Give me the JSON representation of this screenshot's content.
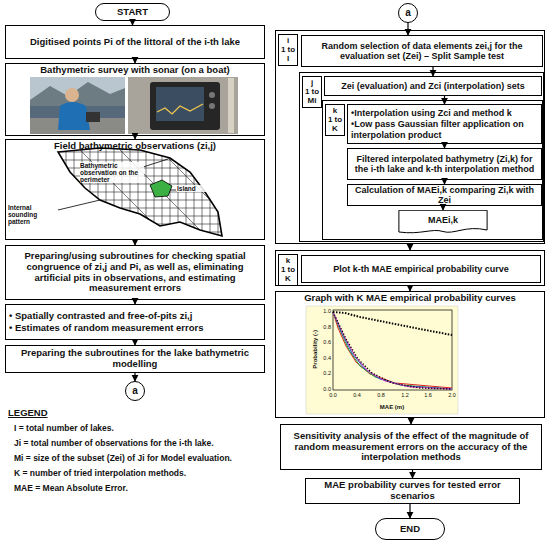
{
  "diagram": {
    "nodes": [
      {
        "text": [
          "START"
        ]
      },
      {
        "text": [
          "Digitised points Pi of the littoral of the i-th lake"
        ]
      },
      {
        "text": [
          "Bathymetric survey with sonar (on a boat)"
        ]
      },
      {
        "text": [
          "Field bathymetric observations (zi,j)"
        ]
      },
      {
        "text": [
          "Preparing/using subroutines for checking spatial congruence of zi,j and Pi, as well as, eliminating artificial pits in observations, and estimating measurement errors"
        ]
      },
      {
        "text": [
          "• Spatially contrasted and free-of-pits zi,j",
          "• Estimates of random measurement errors"
        ]
      },
      {
        "text": [
          "Preparing the subroutines for the lake bathymetric modelling"
        ]
      },
      {
        "text": [
          "a"
        ]
      },
      {
        "text": [
          "a"
        ]
      },
      {
        "text": [
          "i",
          "1 to I"
        ]
      },
      {
        "text": [
          "Random selection of data elements zei,j for the evaluation set (Zei) – Split Sample test"
        ],
        "in": 9
      },
      {
        "text": [
          "j",
          "1 to Mi"
        ],
        "in": 9
      },
      {
        "text": [
          "Zei (evaluation) and Zci (interpolation) sets"
        ],
        "in": 11
      },
      {
        "text": [
          "k",
          "1 to K"
        ],
        "in": 11
      },
      {
        "text": [
          "•Interpolation using Zci and method k",
          "•Low pass Gaussian filter application on interpolation product"
        ],
        "in": 13
      },
      {
        "text": [
          "Filtered interpolated bathymetry (Zi,k) for the i-th lake and k-th interpolation method"
        ],
        "in": 13
      },
      {
        "text": [
          "Calculation of MAEi,k comparing Zi,k with Zei"
        ],
        "in": 13
      },
      {
        "text": [
          "MAEi,k"
        ],
        "in": 13
      },
      {
        "text": [
          "k",
          "1 to K"
        ]
      },
      {
        "text": [
          "Plot k-th MAE empirical probability curve"
        ],
        "in": 18
      },
      {
        "text": [
          "Graph with K MAE empirical probability curves"
        ]
      },
      {
        "text": [
          "Sensitivity analysis of the effect of the magnitude of random measurement errors on the accuracy of the interpolation methods"
        ]
      },
      {
        "text": [
          "MAE probability curves for tested error scenarios"
        ]
      },
      {
        "text": [
          "END"
        ]
      }
    ],
    "edges": [
      {
        "from": 0,
        "to": 1,
        "arrow": "to"
      },
      {
        "from": 1,
        "to": 2,
        "arrow": "to"
      },
      {
        "from": 2,
        "to": 3,
        "arrow": "to"
      },
      {
        "from": 3,
        "to": 4,
        "arrow": "to"
      },
      {
        "from": 4,
        "to": 5,
        "arrow": "to"
      },
      {
        "from": 5,
        "to": 6,
        "arrow": "to"
      },
      {
        "from": 6,
        "to": 7,
        "arrow": "to"
      },
      {
        "from": 8,
        "to": 10,
        "arrow": "to"
      },
      {
        "from": 10,
        "to": 12,
        "arrow": "to"
      },
      {
        "from": 12,
        "to": 14,
        "arrow": "to"
      },
      {
        "from": 14,
        "to": 15,
        "arrow": "to"
      },
      {
        "from": 15,
        "to": 16,
        "arrow": "to"
      },
      {
        "from": 16,
        "to": 17,
        "arrow": "to"
      },
      {
        "from": 9,
        "to": 18,
        "arrow": "to"
      },
      {
        "from": 18,
        "to": 20,
        "arrow": "to"
      },
      {
        "from": 20,
        "to": 21,
        "arrow": "to"
      },
      {
        "from": 21,
        "to": 22,
        "arrow": "to"
      },
      {
        "from": 22,
        "to": 23,
        "arrow": "to"
      }
    ],
    "labels": [
      "Bathymetric observation on the perimeter",
      "Island",
      "Internal sounding pattern",
      "Probability (-)",
      "MAE (m)",
      "0.0",
      "0.2",
      "0.4",
      "0.6",
      "0.8",
      "1.0",
      "0.0",
      "0.4",
      "0.8",
      "1.2",
      "1.6",
      "2.0",
      "LEGEND"
    ],
    "legend": [
      {
        "text": "I = total number of lakes."
      },
      {
        "text": "Ji = total number of observations for the i-th lake."
      },
      {
        "text": "Mi = size of the subset (Zei) of Ji for Model evaluation."
      },
      {
        "text": "K = number of tried interpolation methods."
      },
      {
        "text": "MAE = Mean Absolute Error."
      }
    ]
  }
}
